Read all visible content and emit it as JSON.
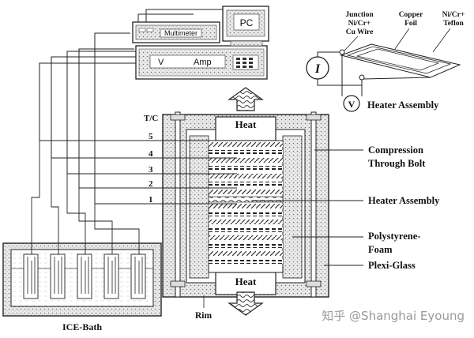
{
  "instruments": {
    "pc": "PC",
    "multimeter": "Multimeter",
    "voltage": "V",
    "amp": "Amp"
  },
  "heater_detail": {
    "junction": [
      "Junction",
      "Ni/Cr+",
      "Cu Wire"
    ],
    "copper": [
      "Copper",
      "Foil"
    ],
    "teflon": [
      "Ni/Cr+",
      "Teflon"
    ],
    "current_symbol": "I",
    "voltage_symbol": "V",
    "title": "Heater Assembly"
  },
  "stack": {
    "tc_label": "T/C",
    "tc_numbers": [
      "5",
      "4",
      "3",
      "2",
      "1"
    ],
    "heat_top": "Heat",
    "heat_bottom": "Heat",
    "rim": "Rim"
  },
  "callouts": {
    "compression": [
      "Compression",
      "Through Bolt"
    ],
    "heater_assembly": "Heater Assembly",
    "polystyrene": [
      "Polystyrene-",
      "Foam"
    ],
    "plexi": "Plexi-Glass"
  },
  "ice_bath": "ICE-Bath",
  "watermark": "知乎 @Shanghai Eyoung"
}
